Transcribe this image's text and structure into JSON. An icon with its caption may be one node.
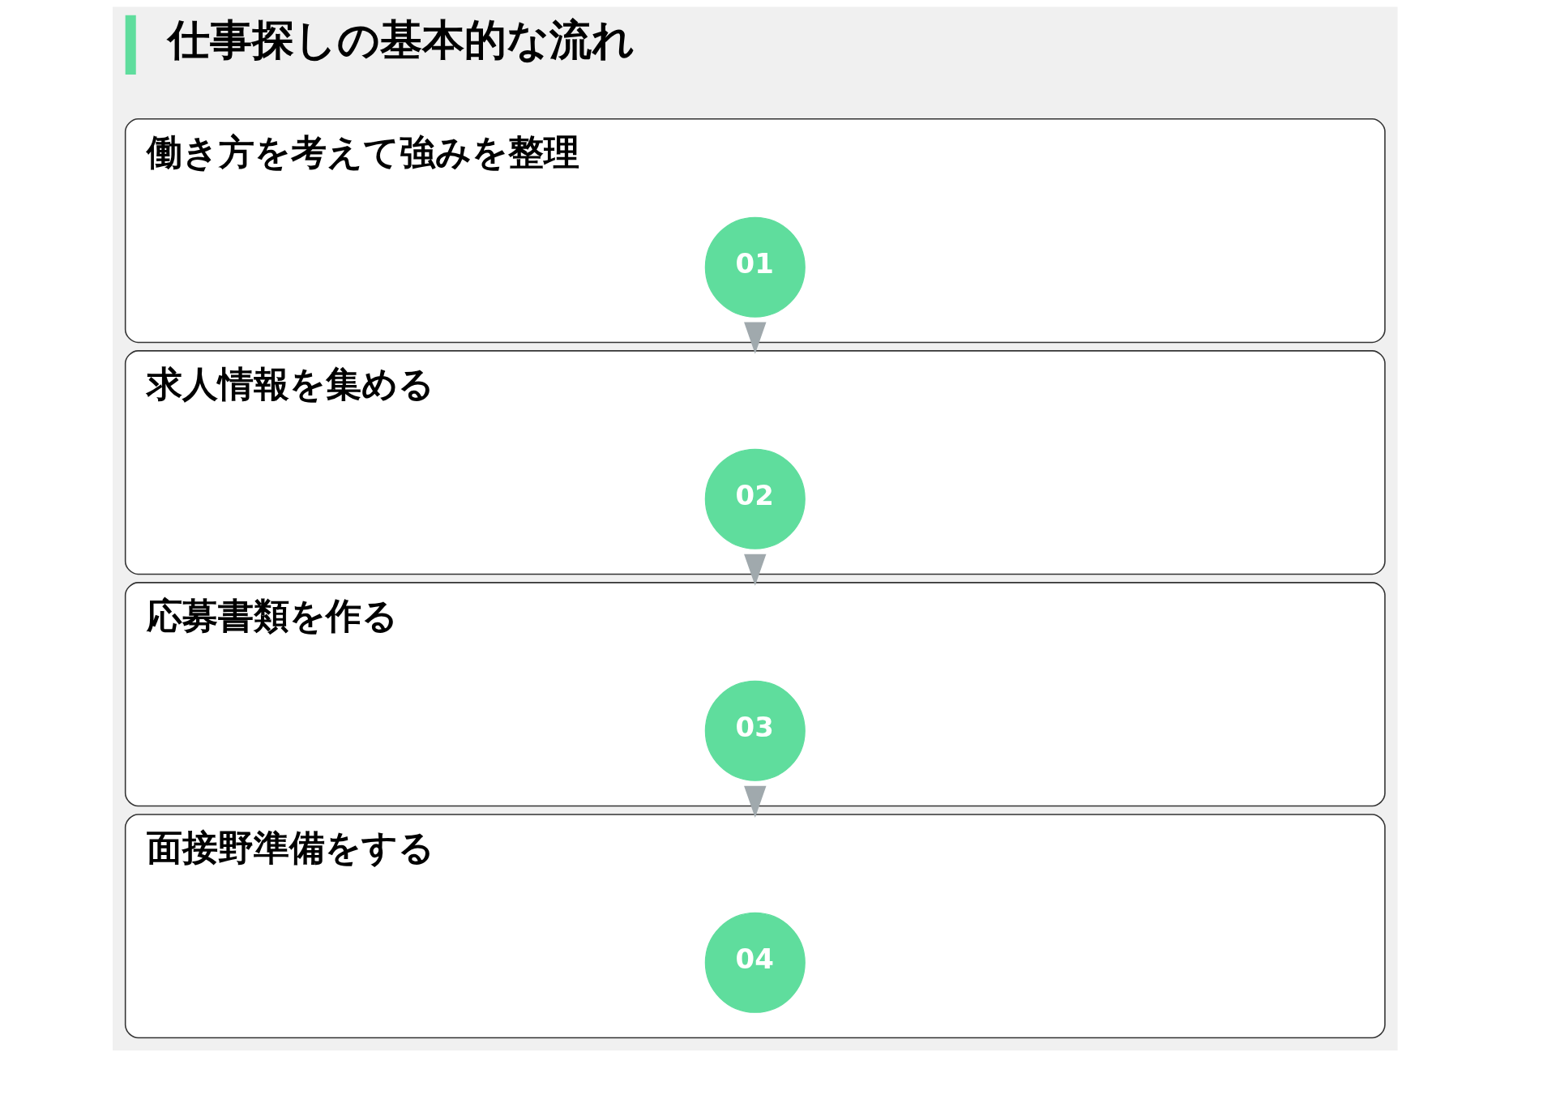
{
  "diagram": {
    "title": "仕事探しの基本的な流れ",
    "nodes": [
      {
        "text": [
          "働き方を考えて強みを整理"
        ]
      },
      {
        "text": [
          "01"
        ],
        "in": 0
      },
      {
        "text": [
          "求人情報を集める"
        ]
      },
      {
        "text": [
          "02"
        ],
        "in": 2
      },
      {
        "text": [
          "応募書類を作る"
        ]
      },
      {
        "text": [
          "03"
        ],
        "in": 4
      },
      {
        "text": [
          "面接野準備をする"
        ]
      },
      {
        "text": [
          "04"
        ],
        "in": 6
      }
    ],
    "edges": [
      {
        "from": 0,
        "to": 2,
        "arrow": "to"
      },
      {
        "from": 2,
        "to": 4,
        "arrow": "to"
      },
      {
        "from": 4,
        "to": 6,
        "arrow": "to"
      }
    ]
  }
}
